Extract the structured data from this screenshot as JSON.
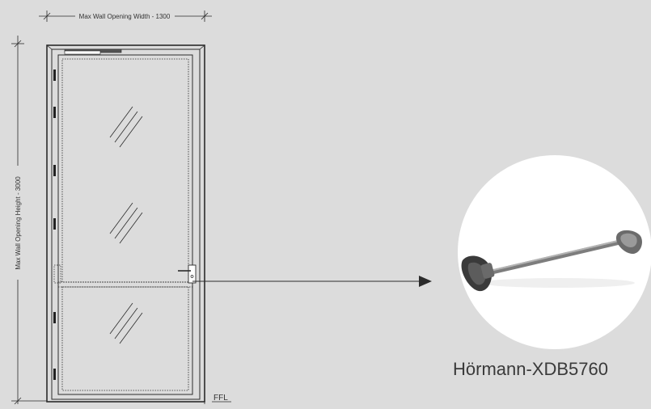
{
  "drawing": {
    "width_dimension_label": "Max Wall Opening Width - 1300",
    "height_dimension_label": "Max Wall Opening Height - 3000",
    "floor_level_label": "FFL"
  },
  "product": {
    "name": "Hörmann-XDB5760",
    "icon": "panic-bar-icon"
  },
  "colors": {
    "background": "#dcdcdc",
    "line": "#2b2b2b",
    "product_circle": "#ffffff",
    "bar_metal": "#8c8c8c"
  }
}
